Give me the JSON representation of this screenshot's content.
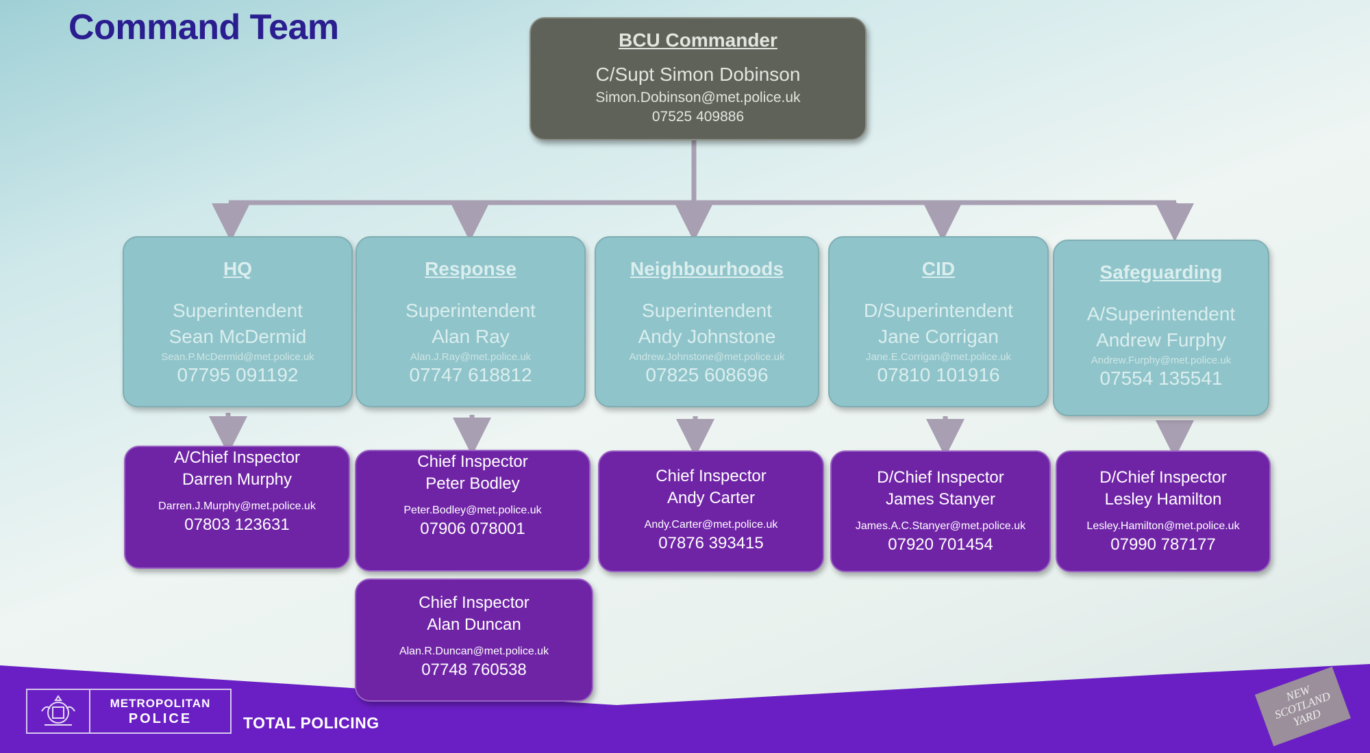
{
  "title": "Command Team",
  "commander": {
    "heading": "BCU Commander",
    "name": "C/Supt Simon Dobinson",
    "email": "Simon.Dobinson@met.police.uk",
    "phone": "07525 409886"
  },
  "departments": [
    {
      "heading": "HQ",
      "rank": "Superintendent",
      "name": "Sean McDermid",
      "email": "Sean.P.McDermid@met.police.uk",
      "phone": "07795 091192"
    },
    {
      "heading": "Response",
      "rank": "Superintendent",
      "name": "Alan Ray",
      "email": "Alan.J.Ray@met.police.uk",
      "phone": "07747 618812"
    },
    {
      "heading": "Neighbourhoods",
      "rank": "Superintendent",
      "name": "Andy Johnstone",
      "email": "Andrew.Johnstone@met.police.uk",
      "phone": "07825 608696"
    },
    {
      "heading": "CID",
      "rank": "D/Superintendent",
      "name": "Jane Corrigan",
      "email": "Jane.E.Corrigan@met.police.uk",
      "phone": "07810 101916"
    },
    {
      "heading": "Safeguarding",
      "rank": "A/Superintendent",
      "name": "Andrew Furphy",
      "email": "Andrew.Furphy@met.police.uk",
      "phone": "07554 135541"
    }
  ],
  "chief_inspectors": [
    {
      "rank": "A/Chief Inspector",
      "name": "Darren Murphy",
      "email": "Darren.J.Murphy@met.police.uk",
      "phone": "07803 123631"
    },
    {
      "rank": "Chief Inspector",
      "name": "Peter Bodley",
      "email": "Peter.Bodley@met.police.uk",
      "phone": "07906 078001"
    },
    {
      "rank": "Chief Inspector",
      "name": "Andy Carter",
      "email": "Andy.Carter@met.police.uk",
      "phone": "07876 393415"
    },
    {
      "rank": "D/Chief Inspector",
      "name": "James Stanyer",
      "email": "James.A.C.Stanyer@met.police.uk",
      "phone": "07920 701454"
    },
    {
      "rank": "D/Chief Inspector",
      "name": "Lesley Hamilton",
      "email": "Lesley.Hamilton@met.police.uk",
      "phone": "07990 787177"
    },
    {
      "rank": "Chief Inspector",
      "name": "Alan Duncan",
      "email": "Alan.R.Duncan@met.police.uk",
      "phone": "07748 760538"
    }
  ],
  "footer": {
    "logo_line1": "METROPOLITAN",
    "logo_line2": "POLICE",
    "slogan": "TOTAL POLICING",
    "badge": "NEW SCOTLAND YARD",
    "band_color": "#6a1fc4"
  }
}
